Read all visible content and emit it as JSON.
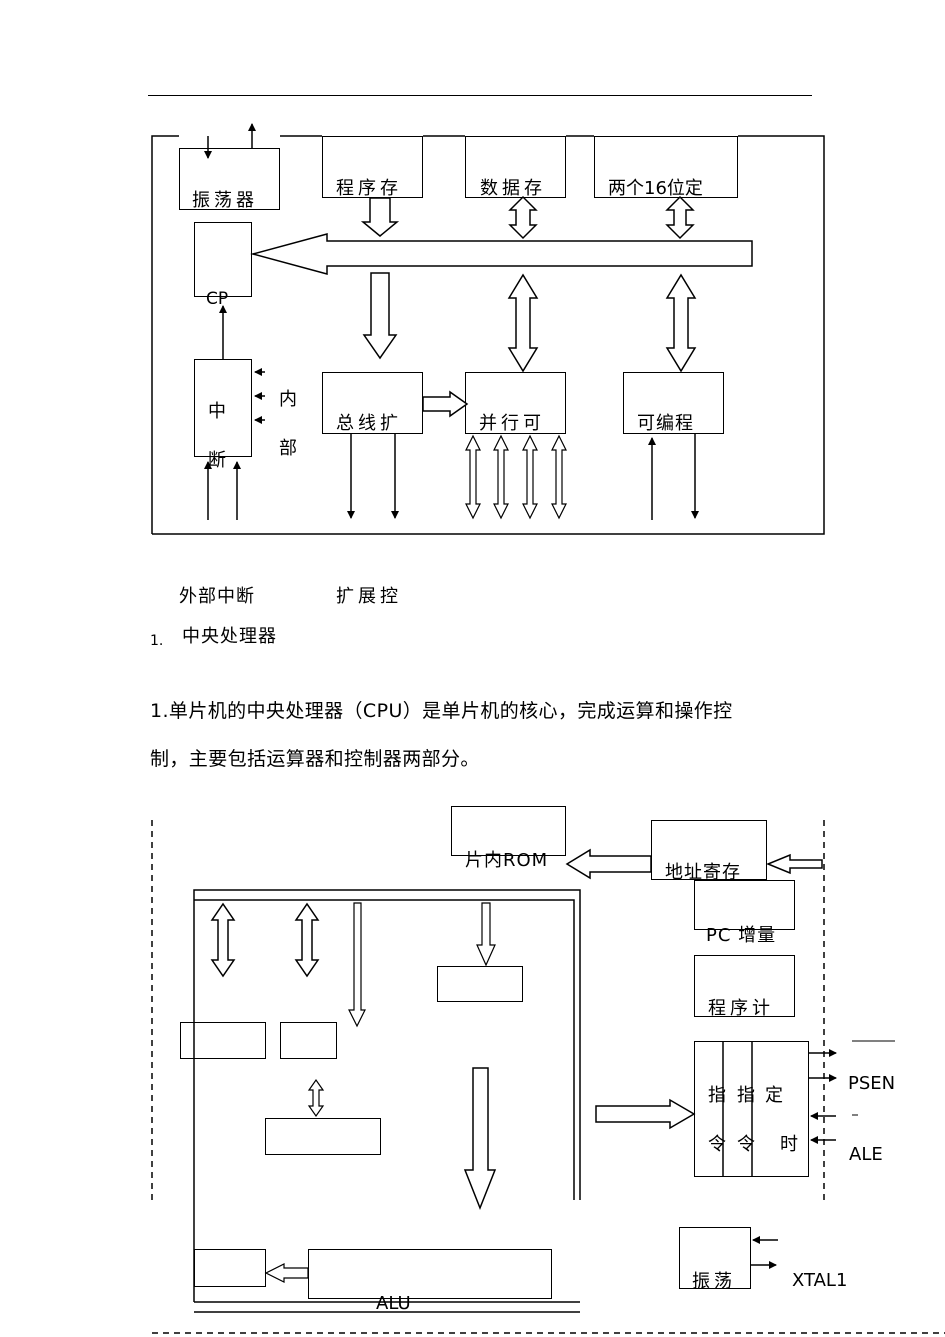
{
  "diagram1": {
    "oscillator": "振荡器",
    "program_mem": "程序存",
    "data_mem": "数据存",
    "timers": "两个16位定",
    "cpu": "CP",
    "interrupt_1": "中",
    "interrupt_2": "断",
    "internal_1": "内",
    "internal_2": "部",
    "bus_ext": "总线扩",
    "parallel": "并行可",
    "programmable": "可编程"
  },
  "captions": {
    "ext_interrupt": "外部中断",
    "ext_control": "扩展控"
  },
  "section": {
    "number": "1.",
    "title": "中央处理器"
  },
  "paragraph": {
    "line1": "1.单片机的中央处理器（CPU）是单片机的核心，完成运算和操作控",
    "line2": "制，主要包括运算器和控制器两部分。"
  },
  "diagram2": {
    "rom": "片内ROM",
    "addr_reg": "地址寄存",
    "pc_inc": "PC 增量",
    "pc": "程序计",
    "instr_a_1": "指",
    "instr_a_2": "令",
    "instr_b_1": "指",
    "instr_b_2": "令",
    "timing_1": "定",
    "timing_2": "时",
    "psen": "PSEN",
    "ale": "ALE",
    "osc": "振荡",
    "xtal": "XTAL1",
    "alu": "ALU"
  }
}
